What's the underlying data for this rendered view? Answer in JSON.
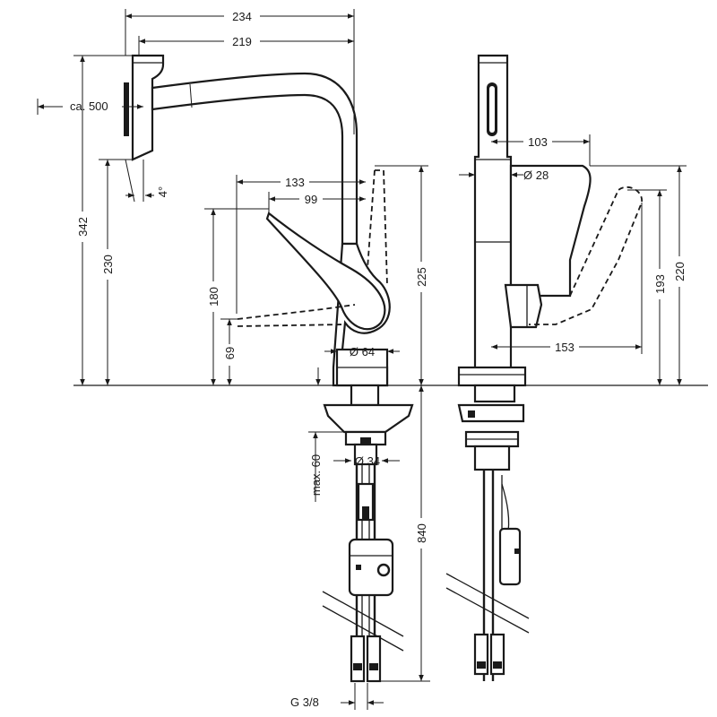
{
  "labels": {
    "d234": "234",
    "d219": "219",
    "ca500": "ca. 500",
    "d342": "342",
    "d230": "230",
    "angle": "4°",
    "d133": "133",
    "d99": "99",
    "d180": "180",
    "d69": "69",
    "d225": "225",
    "dia64": "Ø 64",
    "max60": "max. 60",
    "dia34": "Ø 34",
    "d840": "840",
    "g38": "G 3/8",
    "d103": "103",
    "dia28": "Ø 28",
    "d193": "193",
    "d220": "220",
    "d153": "153"
  }
}
